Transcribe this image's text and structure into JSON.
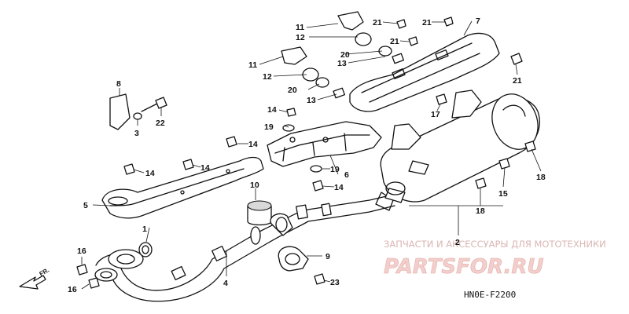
{
  "callouts": [
    "1",
    "2",
    "3",
    "4",
    "5",
    "6",
    "7",
    "8",
    "9",
    "10",
    "11",
    "11",
    "12",
    "12",
    "13",
    "13",
    "14",
    "14",
    "14",
    "14",
    "14",
    "15",
    "16",
    "16",
    "17",
    "18",
    "18",
    "19",
    "19",
    "20",
    "20",
    "21",
    "21",
    "21",
    "21",
    "22",
    "23"
  ],
  "direction_label": "FR.",
  "diagram_code": "HN0E-F2200",
  "watermark": {
    "tagline": "ЗАПЧАСТИ И АКСЕССУАРЫ ДЛЯ МОТОТЕХНИКИ",
    "logo": "PARTSFOR.RU"
  }
}
